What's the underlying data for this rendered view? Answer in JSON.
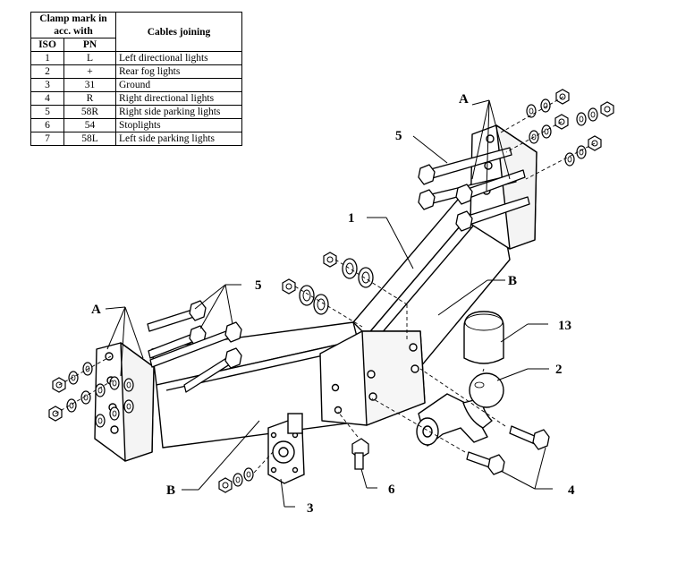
{
  "table": {
    "header_clamp": "Clamp mark in acc. with",
    "header_cables": "Cables joining",
    "header_iso": "ISO",
    "header_pn": "PN",
    "rows": [
      {
        "iso": "1",
        "pn": "L",
        "cable": "Left directional lights"
      },
      {
        "iso": "2",
        "pn": "+",
        "cable": "Rear fog lights"
      },
      {
        "iso": "3",
        "pn": "31",
        "cable": "Ground"
      },
      {
        "iso": "4",
        "pn": "R",
        "cable": "Right directional lights"
      },
      {
        "iso": "5",
        "pn": "58R",
        "cable": "Right side parking lights"
      },
      {
        "iso": "6",
        "pn": "54",
        "cable": "Stoplights"
      },
      {
        "iso": "7",
        "pn": "58L",
        "cable": "Left side parking lights"
      }
    ]
  },
  "callouts": {
    "a_top": "A",
    "a_left": "A",
    "b_right": "B",
    "b_left": "B",
    "one": "1",
    "two": "2",
    "three": "3",
    "four": "4",
    "five_top": "5",
    "five_left": "5",
    "six": "6",
    "thirteen": "13"
  }
}
